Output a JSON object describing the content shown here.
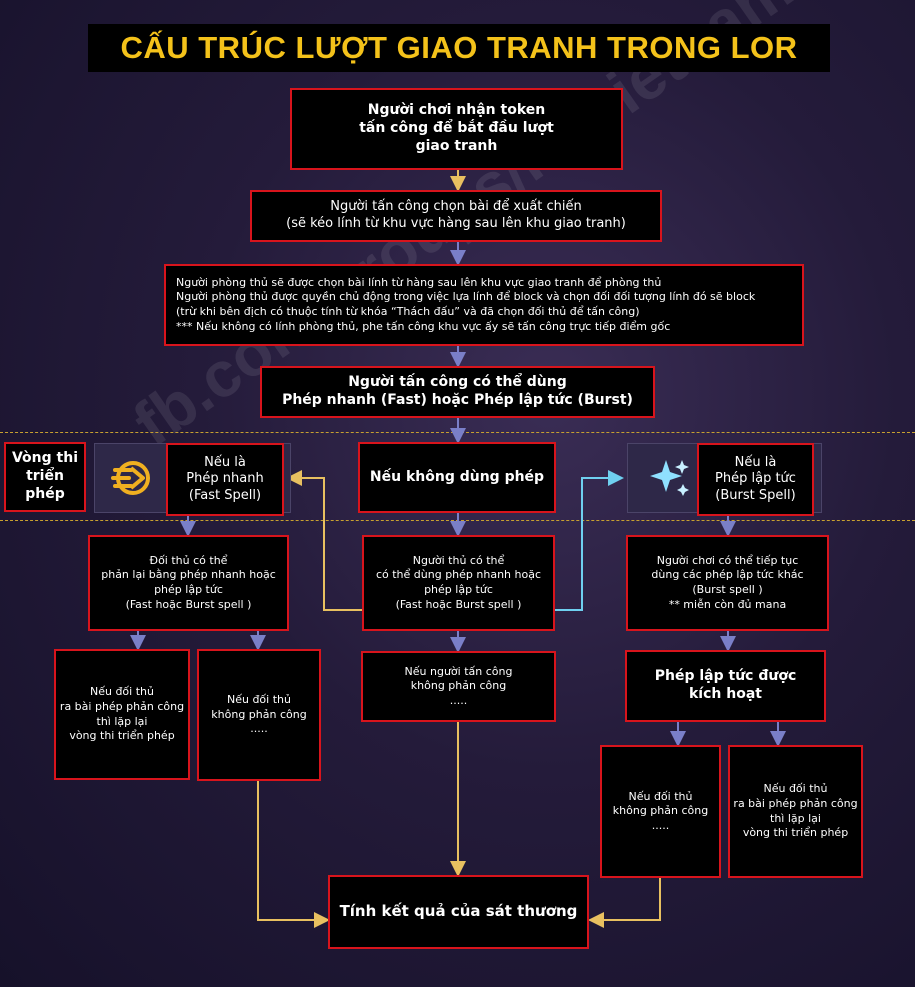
{
  "title": "CẤU TRÚC LƯỢT GIAO TRANH TRONG LOR",
  "watermark": "fb.com/groups/lorvietnam",
  "colors": {
    "box_border": "#d8141c",
    "title_text": "#f4c21a",
    "arrow_blue": "#7a7fc8",
    "arrow_gold": "#e8c060",
    "arrow_cyan": "#6fd0f0"
  },
  "icons": {
    "fast_spell": "fast-spell-icon",
    "burst_spell": "burst-spell-icon"
  },
  "nodes": {
    "n1": "Người chơi nhận token\ntấn công để bắt đầu lượt\ngiao tranh",
    "n2": "Người tấn công chọn bài để xuất chiến\n(sẽ kéo lính từ khu vực hàng sau lên khu giao tranh)",
    "n3": "Người phòng thủ sẽ được chọn bài lính từ hàng sau lên khu vực giao tranh để phòng thủ\nNgười phòng thủ được quyền chủ động trong việc lựa lính để block và chọn đối đối tượng lính đó sẽ block\n(trừ khi bên địch có thuộc tính từ khóa “Thách đấu” và đã chọn đối thủ để tấn công)\n*** Nếu không có lính phòng thủ, phe tấn công khu vực ấy sẽ tấn công trực tiếp điểm gốc",
    "n4": "Người tấn công có thể dùng\nPhép nhanh (Fast) hoặc Phép lập tức (Burst)",
    "phase": "Vòng thi\ntriển phép",
    "fast": "Nếu là\nPhép nhanh\n(Fast Spell)",
    "nospell": "Nếu không dùng  phép",
    "burst": "Nếu là\nPhép lập tức\n(Burst Spell)",
    "fast_resp": "Đối thủ có thể\nphản lại bằng phép nhanh hoặc\nphép lập tức\n(Fast hoặc Burst spell )",
    "center_resp": "Người thủ có thể\ncó thể dùng phép nhanh hoặc\nphép lập tức\n(Fast hoặc Burst spell )",
    "burst_resp": "Người chơi có thể tiếp tục\ndùng các phép lập tức khác\n(Burst spell )\n** miễn còn đủ mana",
    "fast_counter": "Nếu đối thủ\nra bài phép phản công\nthì lặp lại\nvòng thi triển phép",
    "fast_nocounter": "Nếu đối thủ\nkhông phản công\n.....",
    "center_nocounter": "Nếu người tấn công\nkhông phản công\n.....",
    "burst_activate": "Phép lập tức được\nkích hoạt",
    "burst_nocounter": "Nếu đối thủ\nkhông phản công\n.....",
    "burst_counter": "Nếu đối thủ\nra bài phép phản công\nthì lặp lại\nvòng thi triển phép",
    "result": "Tính kết quả của sát thương"
  }
}
